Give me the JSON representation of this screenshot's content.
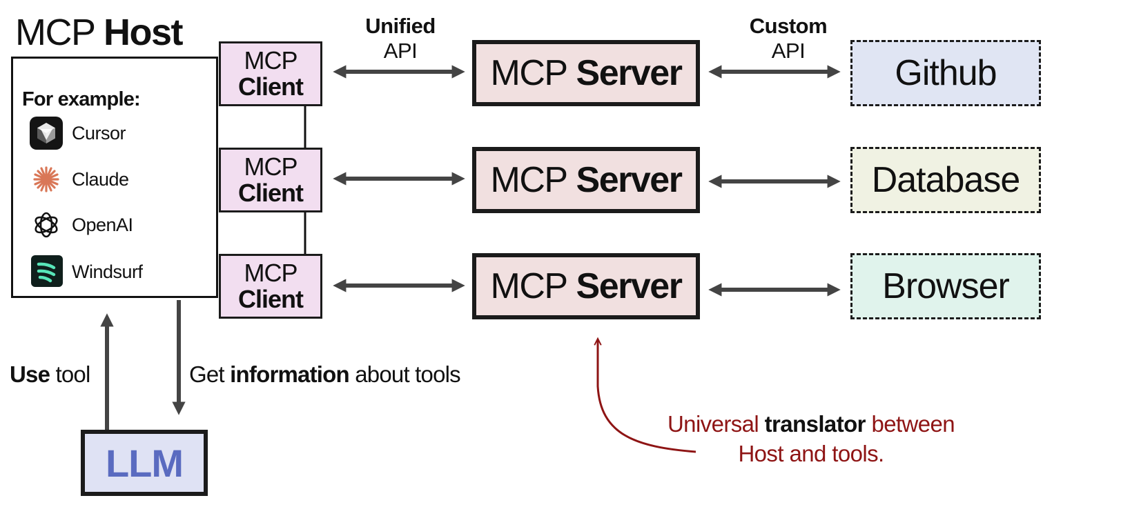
{
  "host": {
    "title_prefix": "MCP",
    "title_strong": "Host",
    "for_example": "For example:",
    "apps": [
      {
        "label": "Cursor",
        "icon": "cursor-icon"
      },
      {
        "label": "Claude",
        "icon": "claude-icon"
      },
      {
        "label": "OpenAI",
        "icon": "openai-icon"
      },
      {
        "label": "Windsurf",
        "icon": "windsurf-icon"
      }
    ]
  },
  "clients": [
    {
      "line1": "MCP",
      "line2": "Client"
    },
    {
      "line1": "MCP",
      "line2": "Client"
    },
    {
      "line1": "MCP",
      "line2": "Client"
    }
  ],
  "servers": [
    {
      "prefix": "MCP",
      "strong": "Server"
    },
    {
      "prefix": "MCP",
      "strong": "Server"
    },
    {
      "prefix": "MCP",
      "strong": "Server"
    }
  ],
  "tools": [
    {
      "label": "Github",
      "color": "#e0e5f3"
    },
    {
      "label": "Database",
      "color": "#f0f2e3"
    },
    {
      "label": "Browser",
      "color": "#e0f3ec"
    }
  ],
  "api_labels": {
    "unified_top": "Unified",
    "unified_bottom": "API",
    "custom_top": "Custom",
    "custom_bottom": "API"
  },
  "llm": {
    "label": "LLM"
  },
  "flows": {
    "use_strong": "Use",
    "use_rest": " tool",
    "get_pre": "Get ",
    "get_strong": "information",
    "get_post": " about tools"
  },
  "note": {
    "pre": "Universal ",
    "strong": "translator",
    "post": " between",
    "line2": "Host and tools."
  },
  "colors": {
    "client_fill": "#f2def0",
    "server_fill": "#f1e0e0",
    "llm_fill": "#dfe2f4",
    "llm_text": "#5a6bc0",
    "arrow": "#444444",
    "note": "#8e1414"
  }
}
